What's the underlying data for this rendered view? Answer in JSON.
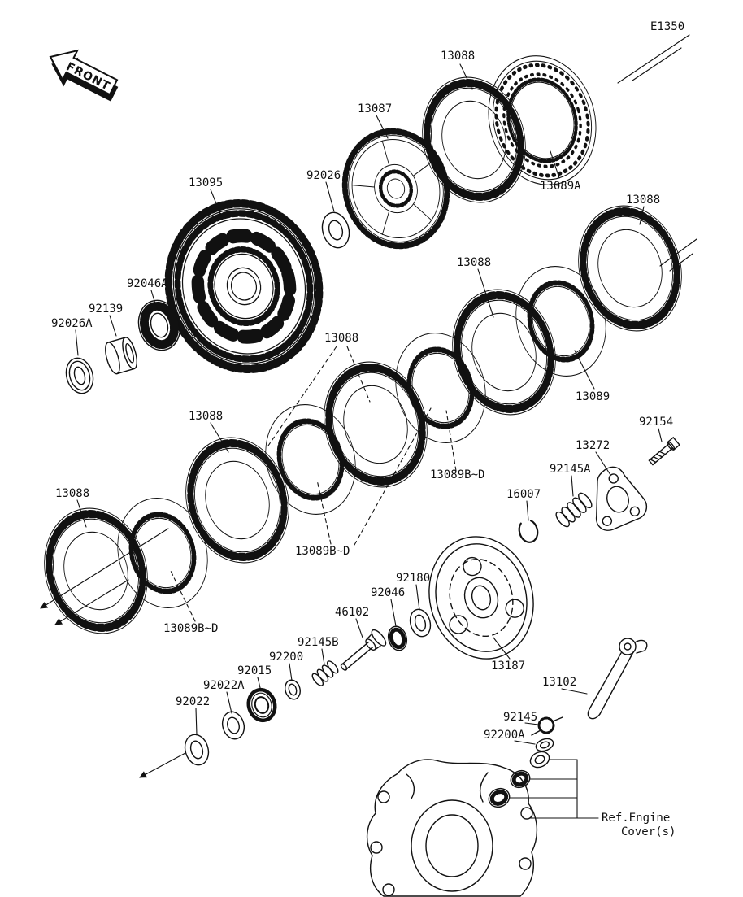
{
  "figure": {
    "code": "E1350",
    "front": "FRONT"
  },
  "ref_engine": {
    "line1": "Ref.Engine",
    "line2": "Cover(s)"
  },
  "style": {
    "ink": "#111111",
    "background": "#ffffff"
  },
  "parts": {
    "p13088": "13088",
    "p13087": "13087",
    "p13095": "13095",
    "p92026": "92026",
    "p92026a": "92026A",
    "p92046a": "92046A",
    "p92139": "92139",
    "p13089": "13089",
    "p13089a": "13089A",
    "p13089bd": "13089B~D",
    "p92154": "92154",
    "p13272": "13272",
    "p92145a": "92145A",
    "p16007": "16007",
    "p92180": "92180",
    "p92046": "92046",
    "p46102": "46102",
    "p92145b": "92145B",
    "p92200": "92200",
    "p92015": "92015",
    "p92022a": "92022A",
    "p92022": "92022",
    "p13187": "13187",
    "p13102": "13102",
    "p92145": "92145",
    "p92200a": "92200A"
  }
}
